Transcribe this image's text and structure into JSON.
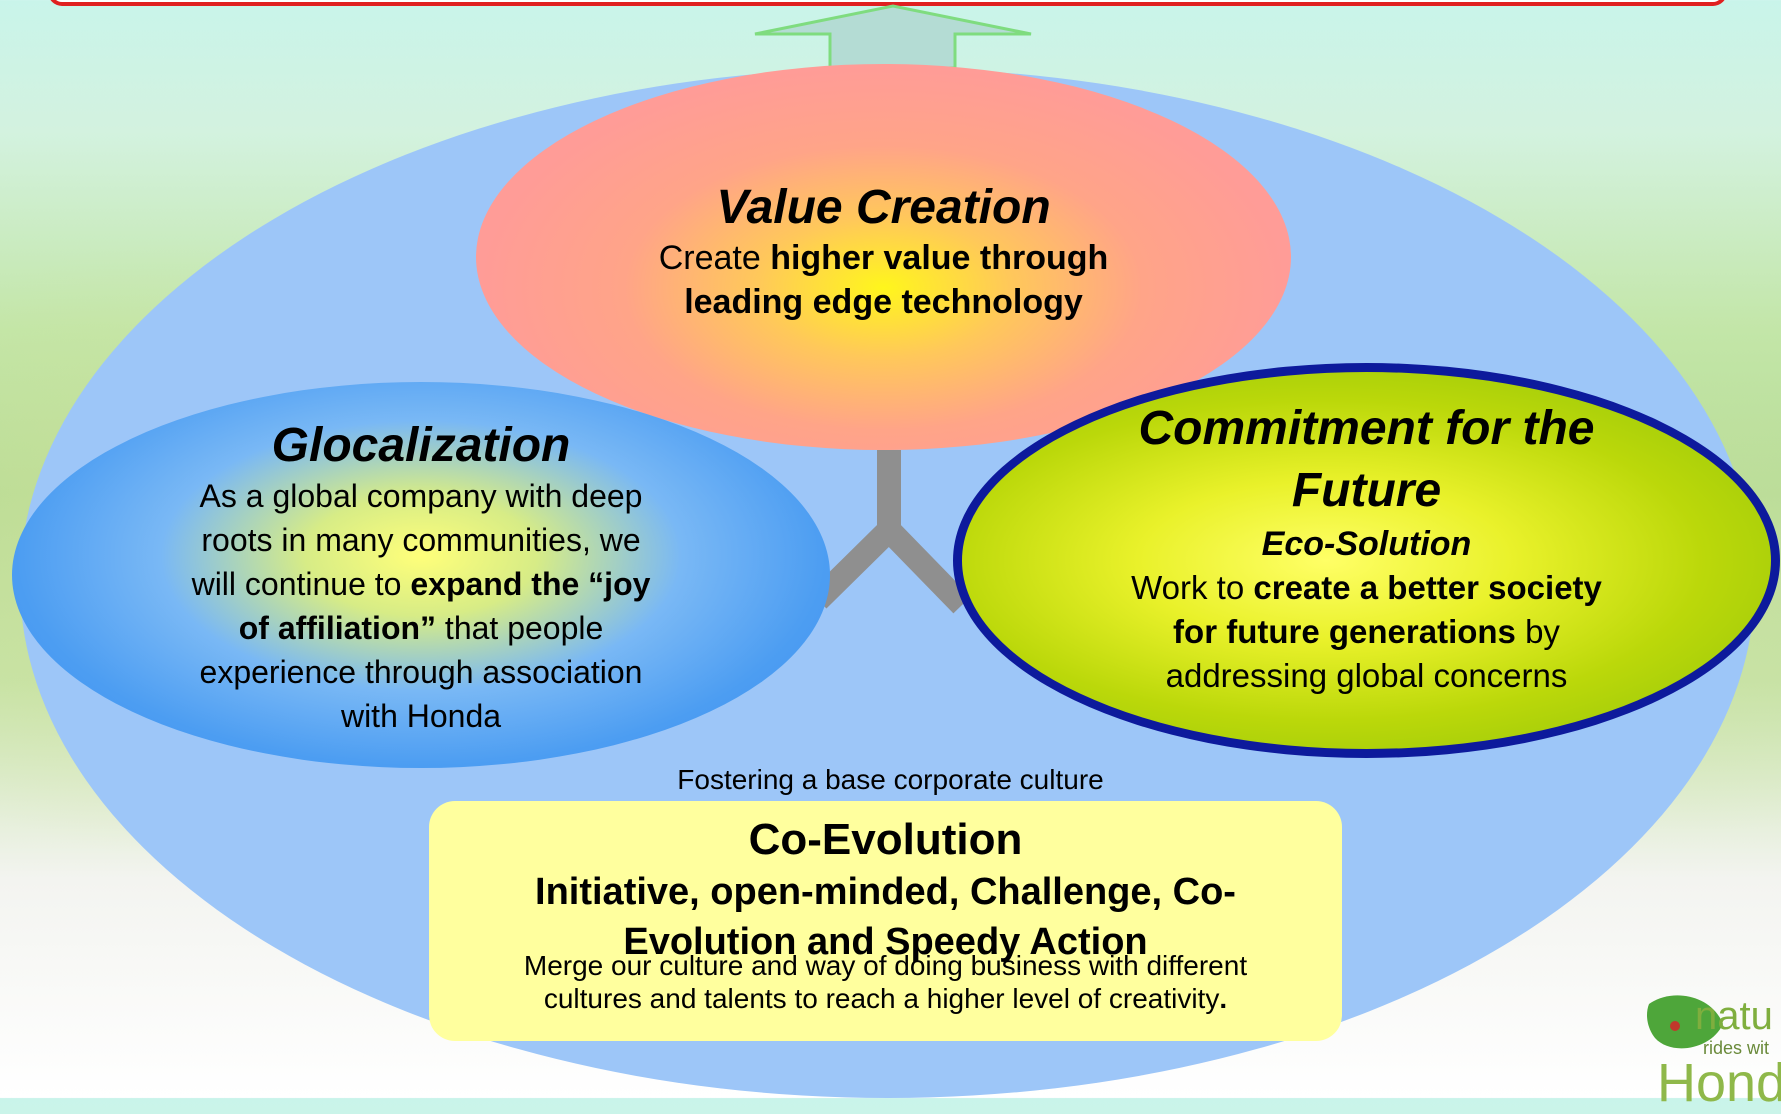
{
  "value_creation": {
    "title": "Value Creation",
    "line1_plain": "Create ",
    "line1_bold": "higher value through",
    "line2_bold": "leading edge technology"
  },
  "glocalization": {
    "title": "Glocalization",
    "line1": "As a global company with deep",
    "line2": "roots in many communities, we",
    "line3_plain": "will continue to ",
    "line3_bold": "expand the “joy",
    "line4_bold": "of affiliation”",
    "line4_plain": " that people",
    "line5": "experience through association",
    "line6": "with Honda"
  },
  "commitment": {
    "title_line1": "Commitment for the",
    "title_line2": "Future",
    "subtitle": "Eco-Solution",
    "line1_plain": "Work to ",
    "line1_bold": "create a better society",
    "line2_bold": "for future generations",
    "line2_plain": " by",
    "line3": "addressing global concerns"
  },
  "fostering_label": "Fostering a base corporate culture",
  "co_evolution": {
    "title": "Co-Evolution",
    "subtitle_line1": "Initiative, open-minded, Challenge, Co-",
    "subtitle_line2": "Evolution and Speedy Action",
    "desc_line1": "Merge our culture and way of doing business with different",
    "desc_line2": "cultures and talents to reach a higher level of creativity",
    "desc_end": "."
  },
  "logo": {
    "word1": "natu",
    "word2": "rides wit",
    "word3": "Hond"
  },
  "colors": {
    "value_fill": "#ff9c97",
    "glocal_fill": "#3d92ee",
    "future_fill": "#8bc10a",
    "future_border": "#0d1a9c",
    "coevo_fill": "#ffff9e",
    "outer_ellipse": "#9dc6f8",
    "arrow_fill": "#b4dcd4",
    "connector": "#8f8f8f"
  }
}
